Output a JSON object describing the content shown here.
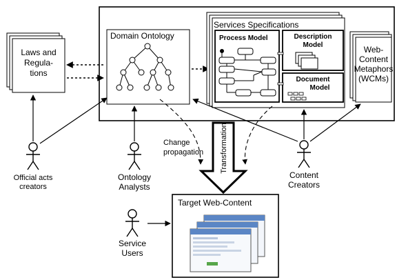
{
  "laws": {
    "line1": "Laws and",
    "line2": "Regula-",
    "line3": "tions"
  },
  "domain_ontology": {
    "title": "Domain Ontology"
  },
  "services": {
    "title": "Services Specifications",
    "process_model": "Process Model",
    "description_model": {
      "line1": "Description",
      "line2": "Model"
    },
    "document_model": {
      "line1": "Document",
      "line2": "Model"
    }
  },
  "wcm": {
    "line1": "Web-",
    "line2": "Content",
    "line3": "Metaphors",
    "line4": "(WCMs)"
  },
  "actors": {
    "official": {
      "line1": "Official acts",
      "line2": "creators"
    },
    "ontology_analysts": {
      "line1": "Ontology",
      "line2": "Analysts"
    },
    "content_creators": {
      "line1": "Content",
      "line2": "Creators"
    },
    "service_users": {
      "line1": "Service",
      "line2": "Users"
    }
  },
  "change_propagation": {
    "line1": "Change",
    "line2": "propagation"
  },
  "transformation": "Transformation",
  "target": {
    "title": "Target Web-Content"
  }
}
